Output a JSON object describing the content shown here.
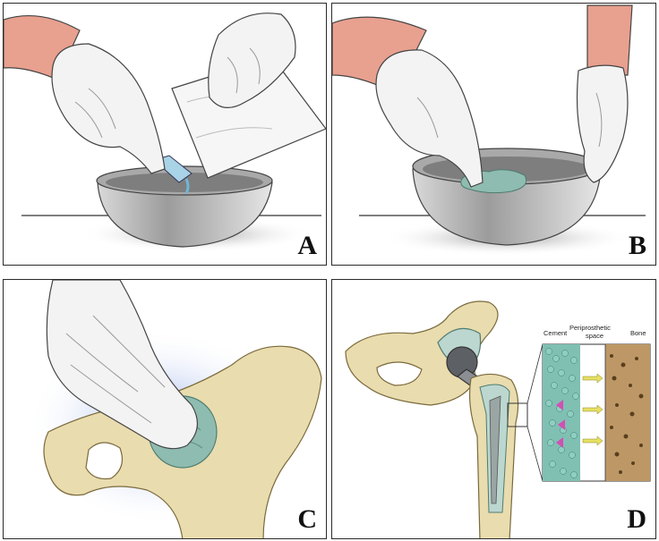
{
  "panels": [
    {
      "id": "A",
      "label": "A"
    },
    {
      "id": "B",
      "label": "B"
    },
    {
      "id": "C",
      "label": "C"
    },
    {
      "id": "D",
      "label": "D"
    }
  ],
  "inset": {
    "cement_label": "Cement",
    "space_label_line1": "Periprosthetic",
    "space_label_line2": "space",
    "bone_label": "Bone"
  },
  "colors": {
    "glove": "#f3f3f3",
    "skin": "#e8a08f",
    "bowl": "#bdbdbd",
    "cement": "#8fbcb0",
    "bone": "#e9dcae",
    "metal": "#8b8f94",
    "inset_bone": "#bd9866",
    "arrow_magenta": "#d24fb4",
    "arrow_yellow": "#e6e064"
  }
}
